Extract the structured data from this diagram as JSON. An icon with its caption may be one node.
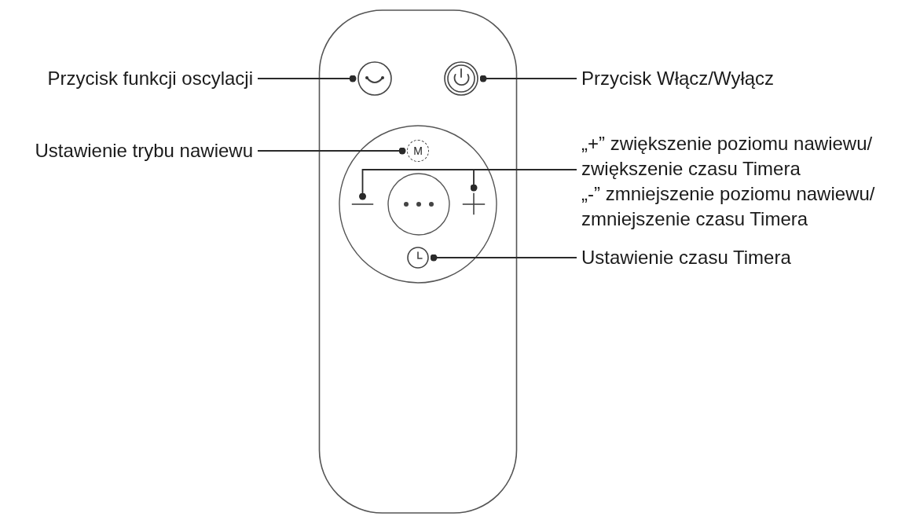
{
  "diagram": {
    "nodes": [
      {
        "text": [
          "Przycisk funkcji oscylacji"
        ]
      },
      {
        "text": [
          "Przycisk Włącz/Wyłącz"
        ]
      },
      {
        "text": [
          "Ustawienie trybu nawiewu"
        ]
      },
      {
        "text": [
          "„+” zwiększenie poziomu nawiewu/ zwiększenie czasu Timera",
          "„-” zmniejszenie poziomu nawiewu/ zmniejszenie czasu Timera"
        ]
      },
      {
        "text": [
          "Ustawienie czasu Timera"
        ]
      },
      {
        "text": [],
        "shape": "circle"
      },
      {
        "text": [],
        "shape": "circle"
      },
      {
        "text": [
          "M"
        ]
      },
      {
        "text": [],
        "shape": "picture"
      },
      {
        "text": [],
        "shape": "picture"
      },
      {
        "text": [],
        "shape": "circle"
      }
    ],
    "edges": [
      {
        "from": 0,
        "to": 5,
        "arrow": "other"
      },
      {
        "from": 1,
        "to": 6,
        "arrow": "other"
      },
      {
        "from": 2,
        "to": 7,
        "arrow": "other"
      },
      {
        "from": 3,
        "to": 9,
        "arrow": "other"
      },
      {
        "from": 3,
        "to": 8,
        "arrow": "other"
      },
      {
        "from": 4,
        "to": 10,
        "arrow": "other"
      }
    ]
  }
}
